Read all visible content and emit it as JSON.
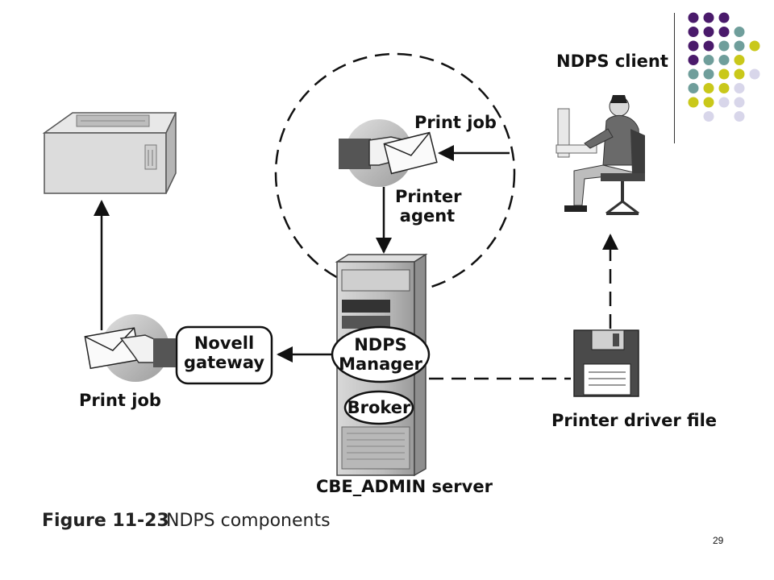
{
  "diagram": {
    "labels": {
      "ndps_client": "NDPS client",
      "print_job_top": "Print job",
      "printer_agent_line1": "Printer",
      "printer_agent_line2": "agent",
      "novell_gateway_line1": "Novell",
      "novell_gateway_line2": "gateway",
      "print_job_left": "Print job",
      "ndps_manager_line1": "NDPS",
      "ndps_manager_line2": "Manager",
      "broker": "Broker",
      "server": "CBE_ADMIN server",
      "printer_driver_file": "Printer driver file"
    },
    "caption": {
      "number": "Figure 11-23",
      "title": "NDPS components"
    }
  },
  "slide": {
    "page_number": "29"
  },
  "colors": {
    "dot_purple": "#4a1a6b",
    "dot_teal": "#6f9e9b",
    "dot_yellow": "#c9c81a",
    "dot_lavender": "#d8d6ea"
  }
}
